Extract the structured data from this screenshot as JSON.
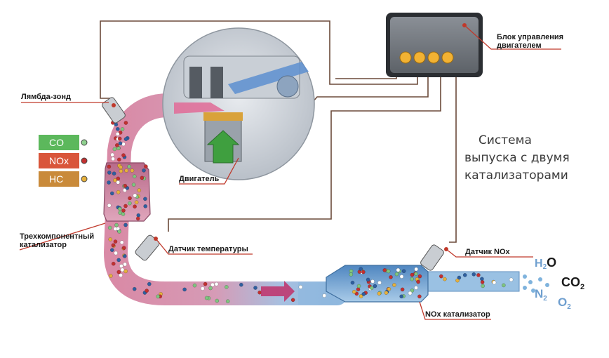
{
  "title": {
    "line1": "Система",
    "line2": "выпуска с двумя",
    "line3": "катализаторами"
  },
  "labels": {
    "ecu": {
      "line1": "Блок управления",
      "line2": "двигателем"
    },
    "lambda": "Лямбда-зонд",
    "engine": "Двигатель",
    "three_way": {
      "line1": "Трехкомпонентный",
      "line2": "катализатор"
    },
    "temp_sensor": "Датчик температуры",
    "nox_sensor": "Датчик NOx",
    "nox_cat": "NOx катализатор"
  },
  "legend": [
    {
      "text": "CO",
      "color": "#5cb85c",
      "dot": "#8fd18f"
    },
    {
      "text": "NOx",
      "color": "#d9553a",
      "dot": "#c23030"
    },
    {
      "text": "HC",
      "color": "#c98a3a",
      "dot": "#e6b03c"
    }
  ],
  "products": {
    "h2o": "H2O",
    "n2": "N2",
    "co2": "CO2",
    "o2": "O2"
  },
  "colors": {
    "hot_pipe": "#d78aa8",
    "cool_pipe": "#8fb8de",
    "ecu_led": "#f2b233",
    "label_line": "#c0392b"
  },
  "icons": [
    "ecu-box",
    "lambda-sensor-icon",
    "engine-cylinder-icon",
    "temperature-sensor-icon",
    "nox-sensor-icon"
  ]
}
